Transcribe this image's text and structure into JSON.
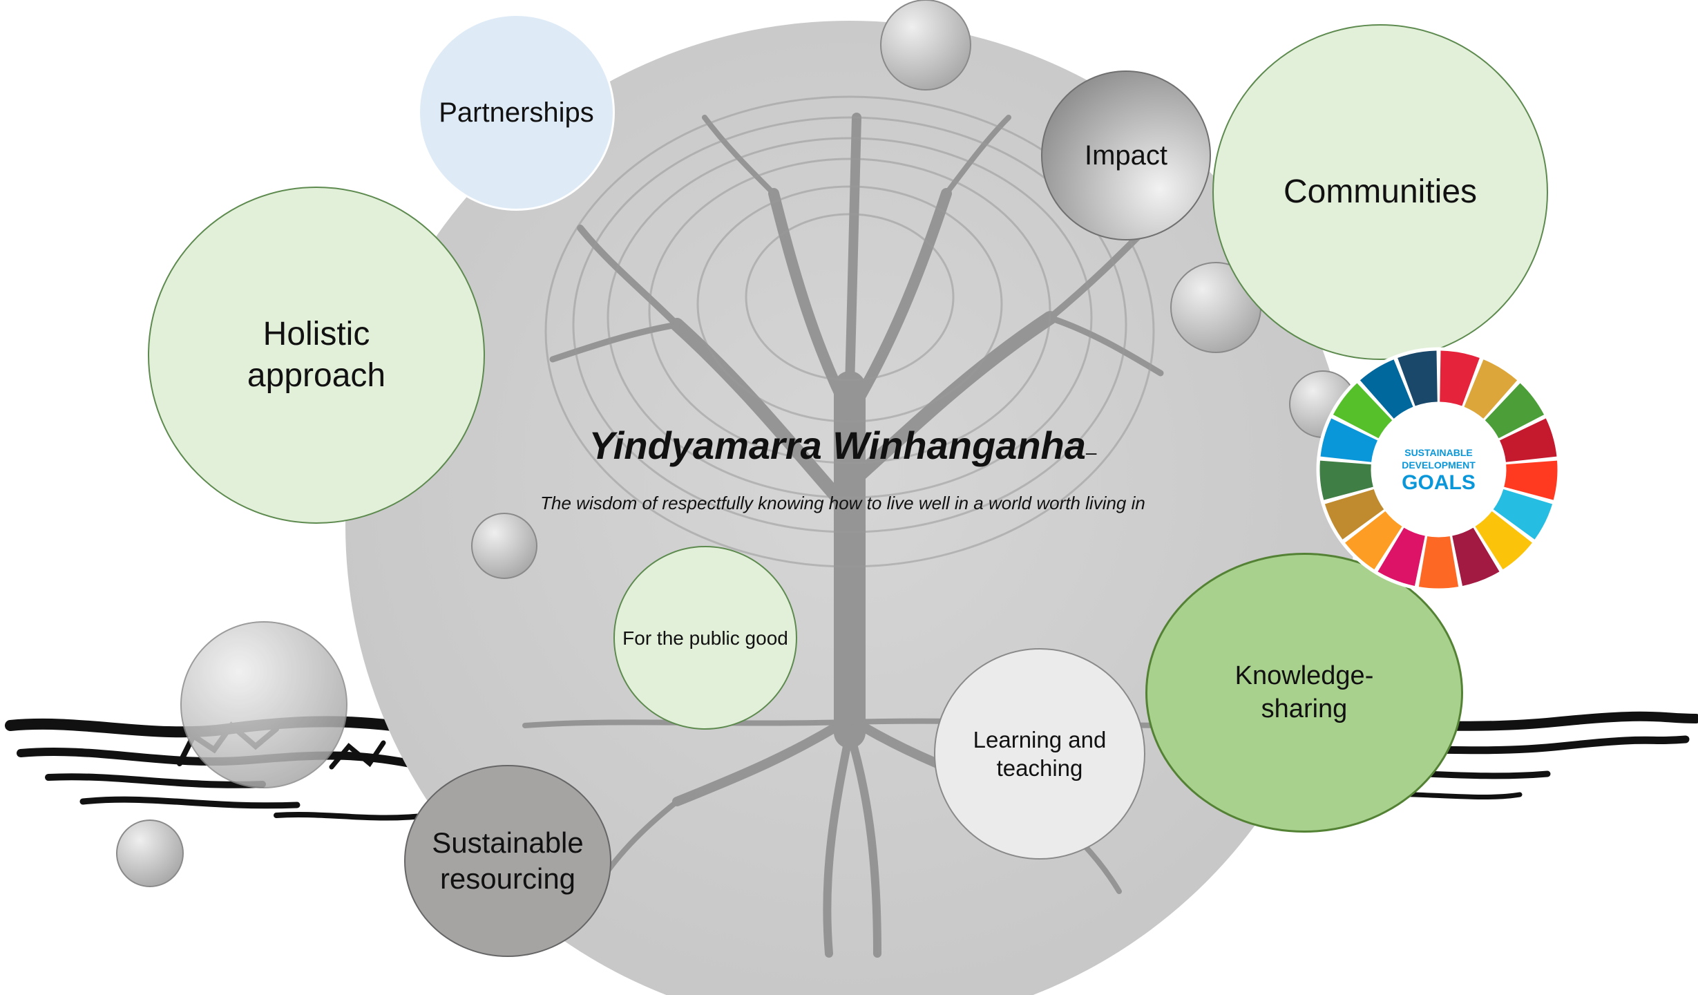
{
  "center": {
    "title": "Yindyamarra Winhanganha",
    "title_suffix": "–",
    "subtitle": "The wisdom of respectfully knowing how to live well in a world worth living in"
  },
  "bubbles": {
    "partnerships": "Partnerships",
    "impact": "Impact",
    "communities": "Communities",
    "holistic": "Holistic approach",
    "public_good": "For the public good",
    "learning": "Learning and teaching",
    "knowledge": "Knowledge-sharing",
    "sustainable": "Sustainable resourcing"
  },
  "sdg_logo": {
    "line1": "SUSTAINABLE",
    "line2": "DEVELOPMENT",
    "line3": "GOALS",
    "segment_colors": [
      "#e5243b",
      "#dda63a",
      "#4c9f38",
      "#c5192d",
      "#ff3a21",
      "#26bde2",
      "#fcc30b",
      "#a21942",
      "#fd6925",
      "#dd1367",
      "#fd9d24",
      "#bf8b2e",
      "#3f7e44",
      "#0a97d9",
      "#56c02b",
      "#00689d",
      "#19486a"
    ]
  },
  "colors": {
    "light_green": "#e2efd9",
    "mid_green": "#a9d18e",
    "light_blue": "#deebf7",
    "light_grey": "#e9e9e9",
    "dark_grey": "#a6a3a3"
  }
}
